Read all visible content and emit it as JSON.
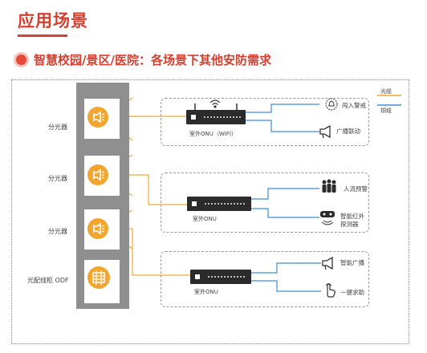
{
  "page": {
    "title": "应用场景",
    "subtitle": "智慧校园/景区/医院：各场景下其他安防需求"
  },
  "legend": {
    "fiber": "光缆",
    "copper": "铜缆"
  },
  "colors": {
    "accent": "#d73e2e",
    "fiber": "#f2a630",
    "copper": "#3a8fd6",
    "rack": "#8f8f8f",
    "device": "#2b2b2b"
  },
  "rack": {
    "splitter_1": "分光器",
    "splitter_2": "分光器",
    "splitter_3": "分光器",
    "odf": "光配线柜 ODF"
  },
  "groups": [
    {
      "onu_label": "室外ONU（WIFI）",
      "devices": [
        {
          "icon": "alarm-bell-icon",
          "label": "闯入警戒"
        },
        {
          "icon": "loudspeaker-icon",
          "label": "广播联动"
        }
      ]
    },
    {
      "onu_label": "室外ONU",
      "devices": [
        {
          "icon": "crowd-icon",
          "label": "人流预警"
        },
        {
          "icon": "infrared-sensor-icon",
          "label": "智能红外\n探测器"
        }
      ]
    },
    {
      "onu_label": "室外ONU",
      "devices": [
        {
          "icon": "loudspeaker-icon",
          "label": "智能广播"
        },
        {
          "icon": "hand-press-icon",
          "label": "一键求助"
        }
      ]
    }
  ]
}
